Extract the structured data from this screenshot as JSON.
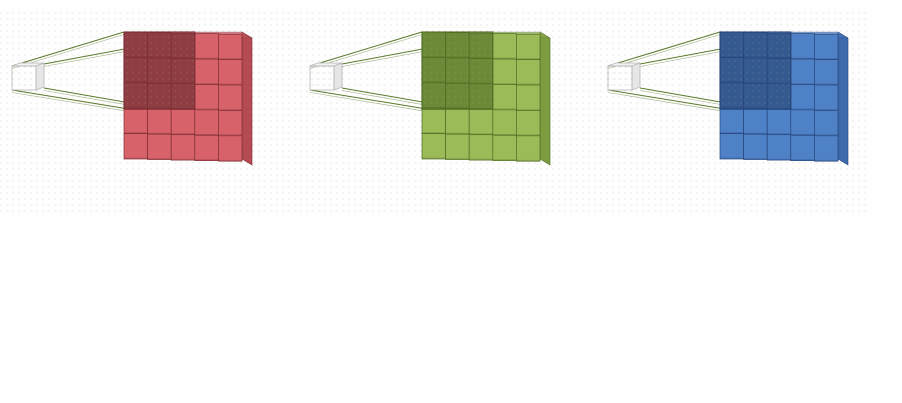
{
  "diagram": {
    "kind": "convolution kernel sliding over feature maps",
    "grid": {
      "rows": 5,
      "cols": 5,
      "kernel_rows": 3,
      "kernel_cols": 3
    },
    "connector_color": "#5a7a2a",
    "kernel_box_color": "#e6e6e6",
    "panels": [
      {
        "id": "red",
        "face": "#d8626a",
        "dark": "#8e3d42",
        "side": "#b44a52",
        "top": "#c05058",
        "line": "#7a2e33"
      },
      {
        "id": "green",
        "face": "#9bbb59",
        "dark": "#6b8936",
        "side": "#7d9c40",
        "top": "#86a64a",
        "line": "#4f6a24"
      },
      {
        "id": "blue",
        "face": "#4f81c7",
        "dark": "#345a8f",
        "side": "#3d6aab",
        "top": "#4574b9",
        "line": "#27457a"
      }
    ]
  }
}
